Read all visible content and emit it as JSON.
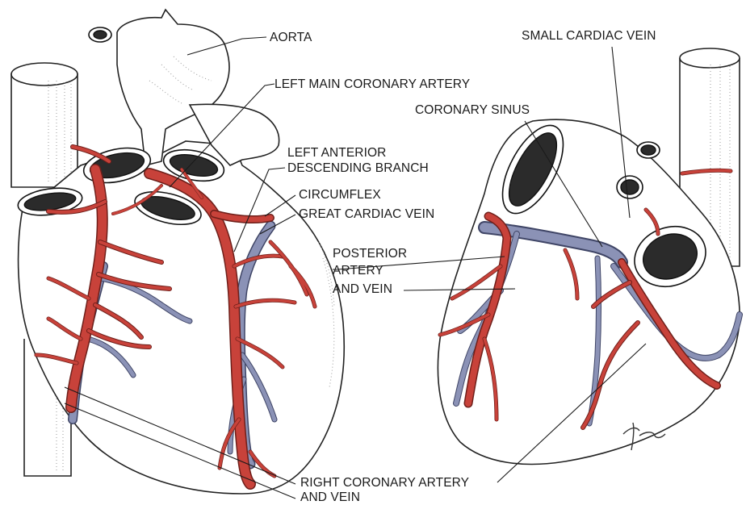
{
  "labels": {
    "aorta": "AORTA",
    "left_main": "LEFT MAIN CORONARY ARTERY",
    "lad_line1": "LEFT ANTERIOR",
    "lad_line2": "DESCENDING BRANCH",
    "circumflex": "CIRCUMFLEX",
    "great_cardiac_vein": "GREAT CARDIAC VEIN",
    "posterior_line1": "POSTERIOR",
    "posterior_line2": "ARTERY",
    "posterior_line3": "AND VEIN",
    "rca_line1": "RIGHT CORONARY ARTERY",
    "rca_line2": "AND VEIN",
    "small_cardiac_vein": "SMALL CARDIAC VEIN",
    "coronary_sinus": "CORONARY SINUS"
  },
  "signature": "tina",
  "colors": {
    "artery": "#c8423a",
    "vein": "#8b92b6",
    "outline": "#222222"
  }
}
